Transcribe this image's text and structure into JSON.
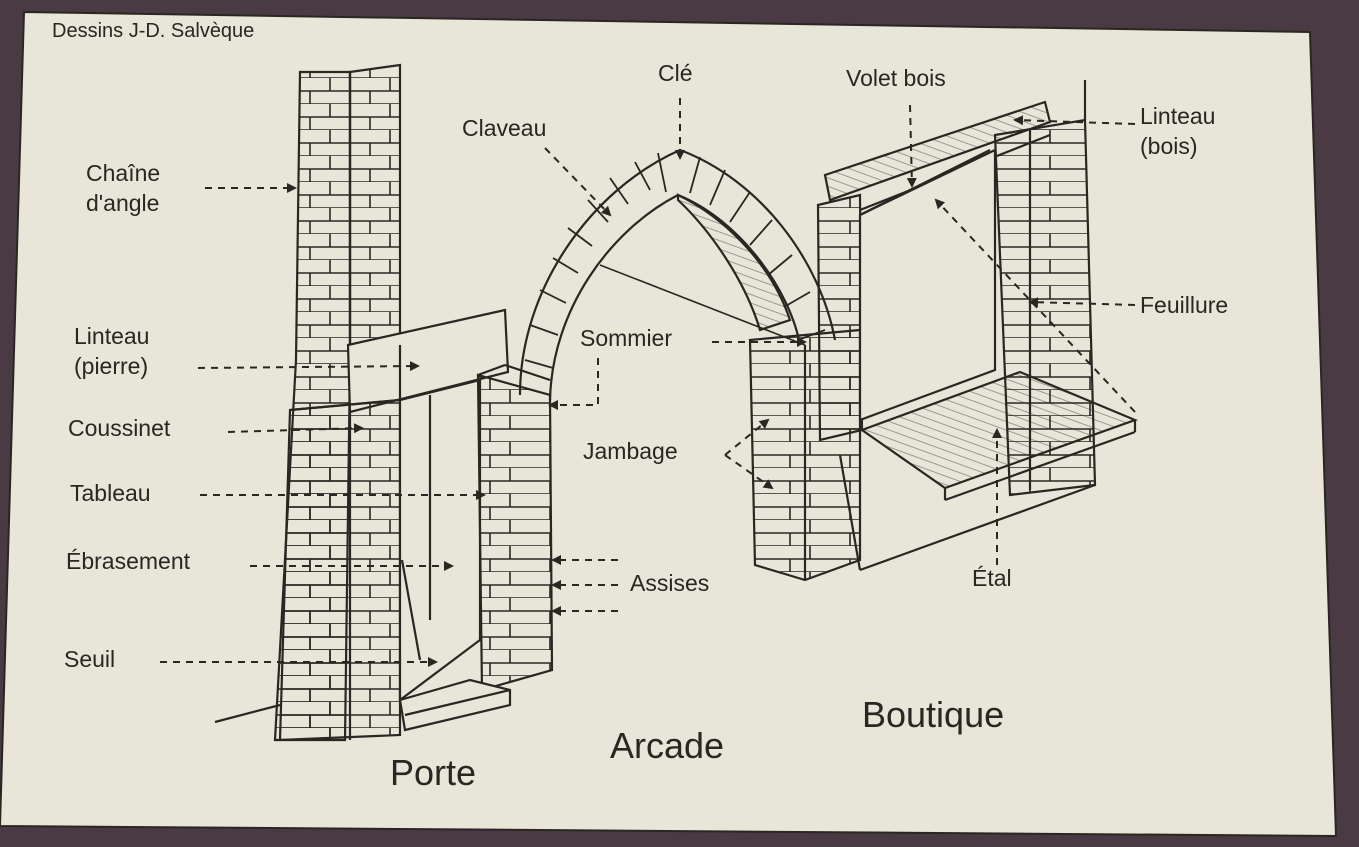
{
  "credit": "Dessins J-D. Salvèque",
  "labels": {
    "chaine_line1": "Chaîne",
    "chaine_line2": "d'angle",
    "linteau_pierre_line1": "Linteau",
    "linteau_pierre_line2": "(pierre)",
    "coussinet": "Coussinet",
    "tableau": "Tableau",
    "ebrasement": "Ébrasement",
    "seuil": "Seuil",
    "claveau": "Claveau",
    "cle": "Clé",
    "sommier": "Sommier",
    "jambage": "Jambage",
    "assises": "Assises",
    "volet_bois": "Volet bois",
    "linteau_bois_line1": "Linteau",
    "linteau_bois_line2": "(bois)",
    "feuillure": "Feuillure",
    "etal": "Étal"
  },
  "captions": {
    "porte": "Porte",
    "arcade": "Arcade",
    "boutique": "Boutique"
  },
  "colors": {
    "paper": "#e8e5d9",
    "ink": "#2a2622",
    "background": "#4a3a44"
  }
}
